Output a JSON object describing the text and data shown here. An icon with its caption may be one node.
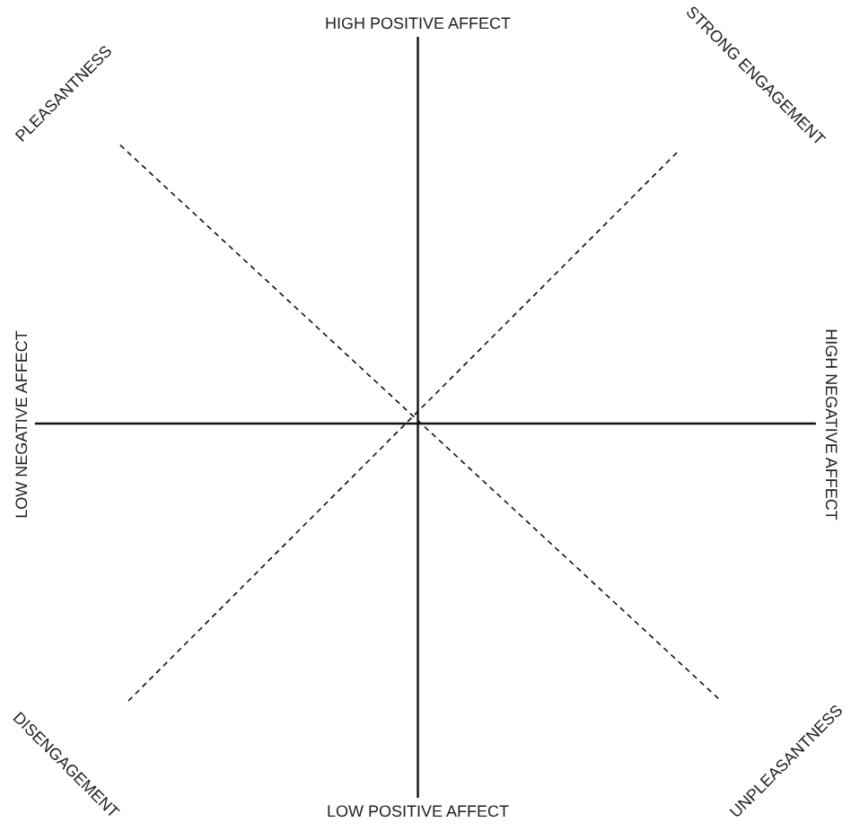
{
  "diagram": {
    "nodes": [
      {
        "text": [
          "HIGH POSITIVE AFFECT"
        ]
      },
      {
        "text": [
          "PLEASANTNESS"
        ]
      },
      {
        "text": [
          "STRONG ENGAGEMENT"
        ]
      },
      {
        "text": [
          "LOW NEGATIVE AFFECT"
        ]
      },
      {
        "text": [
          "HIGH NEGATIVE AFFECT"
        ]
      },
      {
        "text": [
          "DISENGAGEMENT"
        ]
      },
      {
        "text": [
          "LOW POSITIVE AFFECT"
        ]
      },
      {
        "text": [
          "UNPLEASANTNESS"
        ]
      }
    ],
    "edges": [
      {
        "from": 0,
        "to": 6,
        "arrow": "none"
      },
      {
        "from": 3,
        "to": 4,
        "arrow": "none"
      },
      {
        "from": 1,
        "to": 7,
        "arrow": "none",
        "style": "dashed"
      },
      {
        "from": 2,
        "to": 5,
        "arrow": "none",
        "style": "dashed"
      }
    ]
  }
}
